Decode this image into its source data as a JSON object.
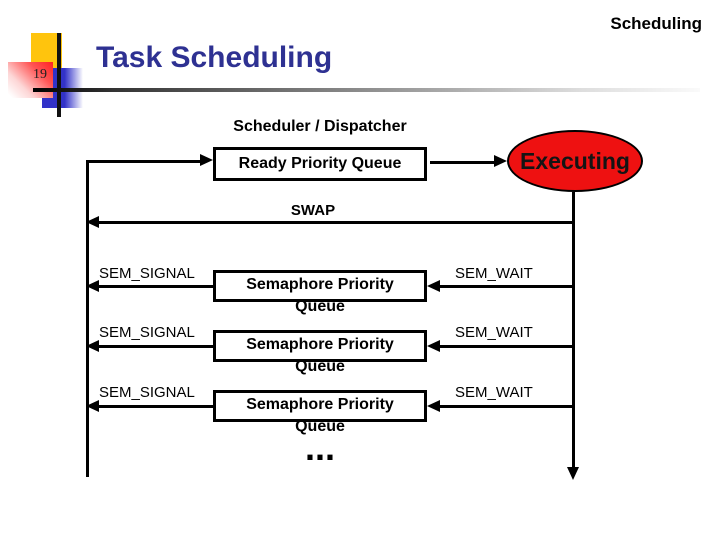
{
  "slide": {
    "corner_label": "Scheduling",
    "page_number": "19",
    "title": "Task Scheduling"
  },
  "diagram": {
    "scheduler_label": "Scheduler / Dispatcher",
    "ready_box_label": "Ready Priority Queue",
    "executing_label": "Executing",
    "swap_label": "SWAP",
    "rows": [
      {
        "left": "SEM_SIGNAL",
        "line1": "Semaphore Priority",
        "line2": "Queue",
        "right": "SEM_WAIT"
      },
      {
        "left": "SEM_SIGNAL",
        "line1": "Semaphore Priority",
        "line2": "Queue",
        "right": "SEM_WAIT"
      },
      {
        "left": "SEM_SIGNAL",
        "line1": "Semaphore Priority",
        "line2": "Queue",
        "right": "SEM_WAIT"
      }
    ],
    "more_indicator": "..."
  },
  "colors": {
    "title_blue": "#2E3192",
    "executing_red": "#EE1111",
    "logo_yellow": "#FFC40D",
    "logo_blue": "#3232C8"
  }
}
